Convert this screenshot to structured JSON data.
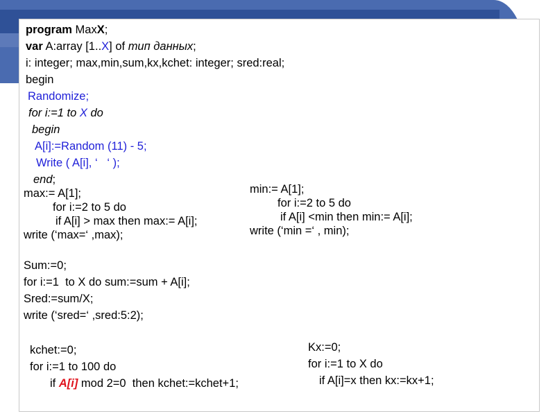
{
  "program": {
    "line1": {
      "kw": "program",
      "name": "Max",
      "x": "X",
      "end": ";"
    },
    "line2": {
      "kw": "var",
      "a": " A:array [1..",
      "x": "X",
      "b": "] of ",
      "type": "тип данных",
      "end": ";"
    },
    "line3": "i: integer; max,min,sum,kx,kchet: integer; sred:real;",
    "line4": "begin",
    "line5": "Randomize;",
    "line6": {
      "pre": "for i:=1 to ",
      "x": "X",
      "post": " do"
    },
    "line7": "begin",
    "line8": "A[i]:=Random (11) - 5;",
    "line9": "Write ( A[i], ‘   ‘ );",
    "line10": {
      "kw": "end",
      "end": ";"
    }
  },
  "max_block": {
    "l1": "max:= A[1];",
    "l2": "for i:=2 to 5 do",
    "l3": "if A[i] > max then max:= A[i];",
    "l4": "write (‘max=‘ ,max);"
  },
  "min_block": {
    "l1": "min:= A[1];",
    "l2": "for i:=2 to 5 do",
    "l3": "if A[i] <min then min:= A[i];",
    "l4": "write (‘min =‘ , min);"
  },
  "sum_block": {
    "l1": "Sum:=0;",
    "l2": "for i:=1  to X do sum:=sum + A[i];",
    "l3": "Sred:=sum/X;",
    "l4": "write (‘sred=‘ ,sred:5:2);"
  },
  "kchet_block": {
    "l1": "kchet:=0;",
    "l2": "for i:=1 to 100 do",
    "l3_pre": "if ",
    "l3_hl": "A[i]",
    "l3_post": " mod 2=0  then kchet:=kchet+1;"
  },
  "kx_block": {
    "l1": "Kx:=0;",
    "l2": "for i:=1 to X do",
    "l3": "if A[i]=x then kx:=kx+1;"
  },
  "colors": {
    "keyword_blue": "#1f1fd8",
    "highlight_red": "#e0141e",
    "header_blue": "#4a6bb0"
  }
}
